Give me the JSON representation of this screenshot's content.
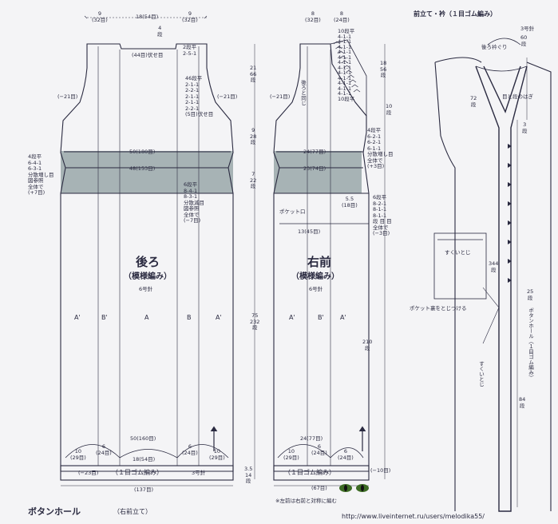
{
  "title_front_band": "前立て・衿（１目ゴム編み）",
  "needle_band": "3号針",
  "title_buttonhole": "ボタンホール",
  "buttonhole_sub": "（右前立て）",
  "url": "http://www.liveinternet.ru/users/melodika55/",
  "back": {
    "name": "後ろ",
    "pattern": "（模様編み）",
    "needle": "6号針",
    "cols": [
      "A'",
      "B'",
      "A",
      "B",
      "A'"
    ],
    "top_w_left": "9\n(32目)",
    "top_w_mid": "18(54目)",
    "top_w_right": "9\n(32目)",
    "neck_depth": "4\n段",
    "neck_bind": "(44目)伏せ目",
    "neck_dec_1": "2段平\n2-5-1",
    "neck_dec_2": "46段平\n2-1-1\n2-2-1\n2-1-1\n2-1-1\n2-2-1\n(5目)伏せ目",
    "armhole_left": "(−21目)",
    "armhole_right": "(−21目)",
    "side_inc": "4段平\n6-4-1\n6-3-1\n分散増し目\n図参照\n全体で\n(+7目)",
    "side_dec": "6段平\n8-4-1\n8-3-1\n分散減目\n図参照\n全体で\n(−7目)",
    "w_50": "50(180目)",
    "w_48": "48(153目)",
    "h_21": "21\n66\n段",
    "h_9": "9\n28\n段",
    "h_7": "7\n22\n段",
    "h_75": "75\n232\n段",
    "h_35": "3.5\n14\n段",
    "bottom_w": "50(160目)",
    "bottom_10a": "10\n(29目)",
    "bottom_6a": "6\n(24目)",
    "bottom_18": "18(54目)",
    "bottom_6b": "6\n(24目)",
    "bottom_10b": "10\n(29目)",
    "rib": "（１目ゴム編み）",
    "rib_needle": "3号針",
    "rib_dec": "(−23目)",
    "total": "(137目)"
  },
  "front": {
    "name": "右前",
    "pattern": "（模様編み）",
    "needle": "6号針",
    "cols": [
      "A'",
      "B'",
      "A'"
    ],
    "top_8a": "8\n(32目)",
    "top_8b": "8\n(24目)",
    "neck_steps": "10段平\n4-1-1\n4-1-1\n4-1-1\n4-1-1\n4-1-1\n4-1-1\n4-1-1\n4-1-1\n4-1-1\n4-1-1\n4-1-1\n4-1-1\n10段平",
    "same_as_back": "後ろと同じ",
    "armhole": "(−21目)",
    "h_18": "18\n56\n段",
    "h_10": "10\n段",
    "side_inc": "4段平\n6-2-1\n6-2-1\n6-1-1\n分散増し目\n全体で\n(+3目)",
    "w_24": "24(77目)",
    "w_23": "23(74目)",
    "pocket": "ポケット口",
    "pocket_w": "13(45目)",
    "pocket_55": "5.5\n(18目)",
    "side_dec": "6段平\n8-2-1\n8-1-1\n8-1-1\n段 目 目\n全体で\n(−3目)",
    "h_210": "210\n段",
    "bottom_w": "24(77目)",
    "bottom_10": "10\n(29目)",
    "bottom_6": "6\n(24目)",
    "bottom_6b": "6\n(24目)",
    "rib": "（１目ゴム編み）",
    "rib_dec": "(−10目)",
    "total": "(67目)",
    "note": "※左前は右前と対称に編む"
  },
  "band": {
    "loop": "後ろ衿ぐり",
    "top_60": "60\n段",
    "s_72": "72\n段",
    "join": "目と段のはぎ",
    "s_3": "3\n段",
    "sukui": "すくいとじ",
    "s_344": "344\n段",
    "pocket_back": "ポケット裏をとじつける",
    "s_25": "25\n段",
    "buttonhole_v": "ボタンホール（１目ゴム編み）",
    "sukui_v": "すくいとじ",
    "s_84": "84\n段"
  }
}
